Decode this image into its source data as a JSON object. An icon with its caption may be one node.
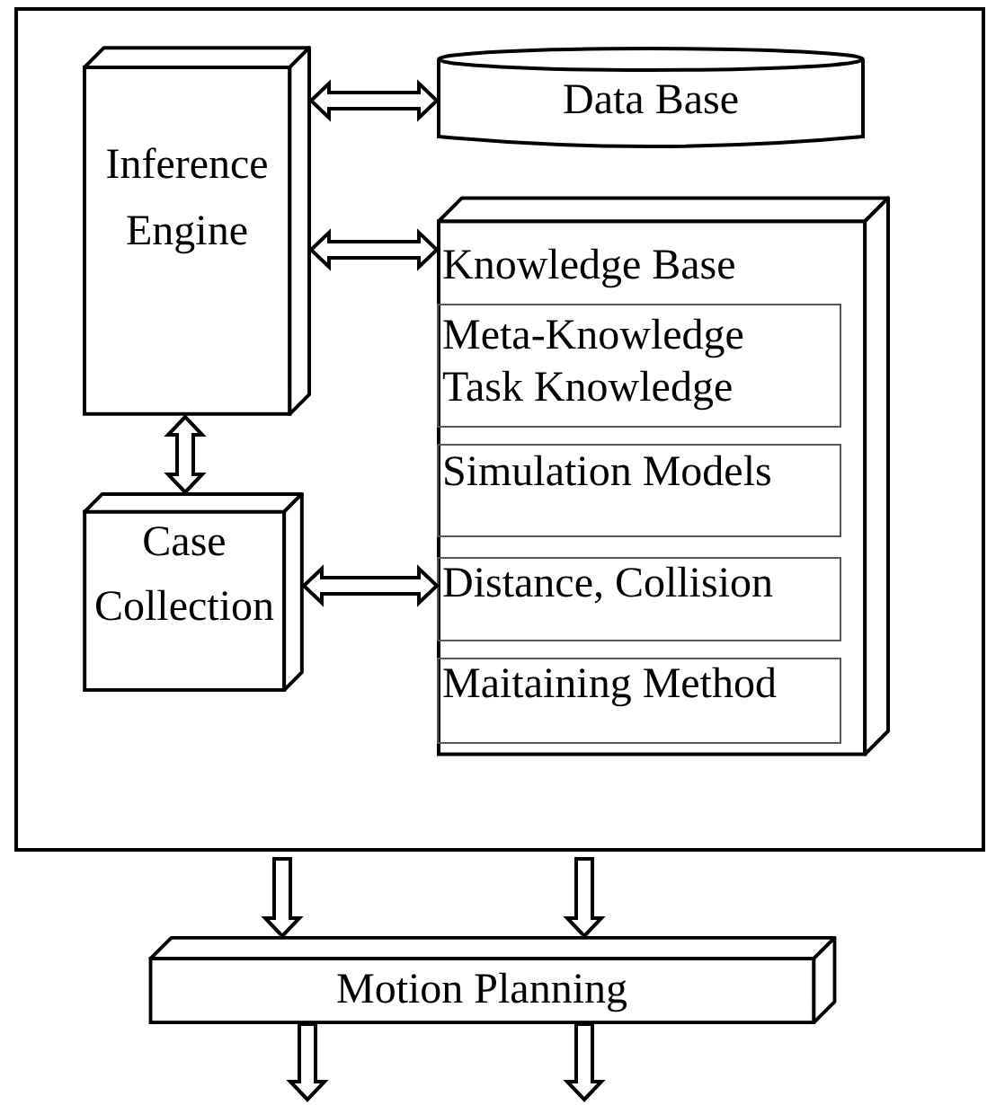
{
  "diagram": {
    "nodes": [
      {
        "text": [],
        "shape": "box"
      },
      {
        "text": [
          "Inference Engine"
        ],
        "in": 0
      },
      {
        "text": [
          "Data Base"
        ],
        "in": 0
      },
      {
        "text": [
          "Knowledge Base"
        ],
        "in": 0
      },
      {
        "text": [
          "Meta-Knowledge Task Knowledge"
        ],
        "in": 3
      },
      {
        "text": [
          "Simulation Models"
        ],
        "in": 3
      },
      {
        "text": [
          "Distance, Collision"
        ],
        "in": 3
      },
      {
        "text": [
          "Maitaining Method"
        ],
        "in": 3
      },
      {
        "text": [
          "Case Collection"
        ],
        "in": 0
      },
      {
        "text": [
          "Motion Planning"
        ]
      }
    ],
    "edges": [
      {
        "from": 1,
        "to": 2,
        "arrow": "both"
      },
      {
        "from": 1,
        "to": 3,
        "arrow": "both"
      },
      {
        "from": 1,
        "to": 8,
        "arrow": "both"
      },
      {
        "from": 8,
        "to": 6,
        "arrow": "both"
      },
      {
        "from": 0,
        "to": 9,
        "arrow": "to"
      },
      {
        "from": 0,
        "to": 9,
        "arrow": "to"
      },
      {
        "from": 9,
        "to": null,
        "arrow": "to"
      },
      {
        "from": 9,
        "to": null,
        "arrow": "to"
      }
    ]
  }
}
